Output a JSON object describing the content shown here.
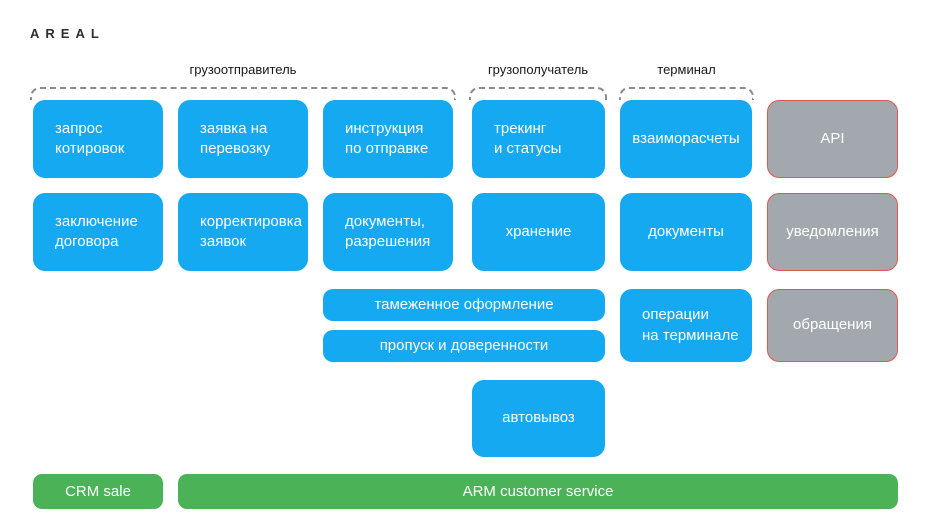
{
  "header": {
    "logo": "AREAL"
  },
  "groups": [
    {
      "label": "грузоотправитель"
    },
    {
      "label": "грузополучатель"
    },
    {
      "label": "терминал"
    }
  ],
  "cards": {
    "zapros_kotirovok": {
      "label": "запрос\nкотировок"
    },
    "zayavka_na_perevozku": {
      "label": "заявка на\nперевозку"
    },
    "instrukciya_po_otpravke": {
      "label": "инструкция\nпо отправке"
    },
    "treking_i_statusy": {
      "label": "трекинг\nи статусы"
    },
    "vzaimoraschety": {
      "label": "взаиморасчеты"
    },
    "api": {
      "label": "API"
    },
    "zaklyuchenie_dogovora": {
      "label": "заключение\nдоговора"
    },
    "korrektirovka_zayavok": {
      "label": "корректировка\nзаявок"
    },
    "dokumenty_razresheniya": {
      "label": "документы,\nразрешения"
    },
    "hranenie": {
      "label": "хранение"
    },
    "dokumenty": {
      "label": "документы"
    },
    "uvedomleniya": {
      "label": "уведомления"
    },
    "tamezhennoe_oformlenie": {
      "label": "тамеженное оформление"
    },
    "propusk_i_doverennosti": {
      "label": "пропуск и доверенности"
    },
    "operacii_na_terminale": {
      "label": "операции\nна терминале"
    },
    "obrashcheniya": {
      "label": "обращения"
    },
    "avtovyvoz": {
      "label": "автовывоз"
    }
  },
  "footer": {
    "crm": {
      "label": "CRM sale"
    },
    "arm": {
      "label": "ARM customer service"
    }
  },
  "colors": {
    "blue": "#14a9f0",
    "green": "#4bb257",
    "gray": "#a3a8ae",
    "gray_border": "#e2574e",
    "dash": "#888b90"
  }
}
